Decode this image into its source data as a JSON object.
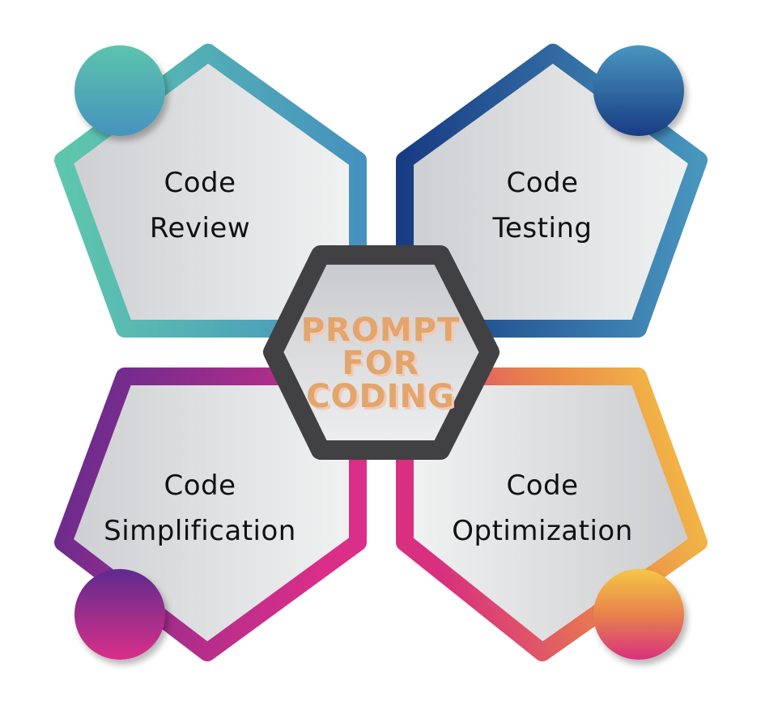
{
  "diagram": {
    "center": {
      "lines": [
        "PROMPT",
        "FOR",
        "CODING"
      ],
      "text_color": "#E2A56B",
      "border_color": "#414143"
    },
    "segments": [
      {
        "id": "code-review",
        "lines": [
          "Code",
          "Review"
        ],
        "position": "top-left",
        "gradient": [
          "#5EC4AE",
          "#4594BD"
        ]
      },
      {
        "id": "code-testing",
        "lines": [
          "Code",
          "Testing"
        ],
        "position": "top-right",
        "gradient": [
          "#1B3F86",
          "#4794BD"
        ]
      },
      {
        "id": "code-simplification",
        "lines": [
          "Code",
          "Simplification"
        ],
        "position": "bottom-left",
        "gradient": [
          "#5F2D8E",
          "#D82F8A"
        ]
      },
      {
        "id": "code-optimization",
        "lines": [
          "Code",
          "Optimization"
        ],
        "position": "bottom-right",
        "gradient": [
          "#D8327F",
          "#F4C543"
        ]
      }
    ]
  }
}
